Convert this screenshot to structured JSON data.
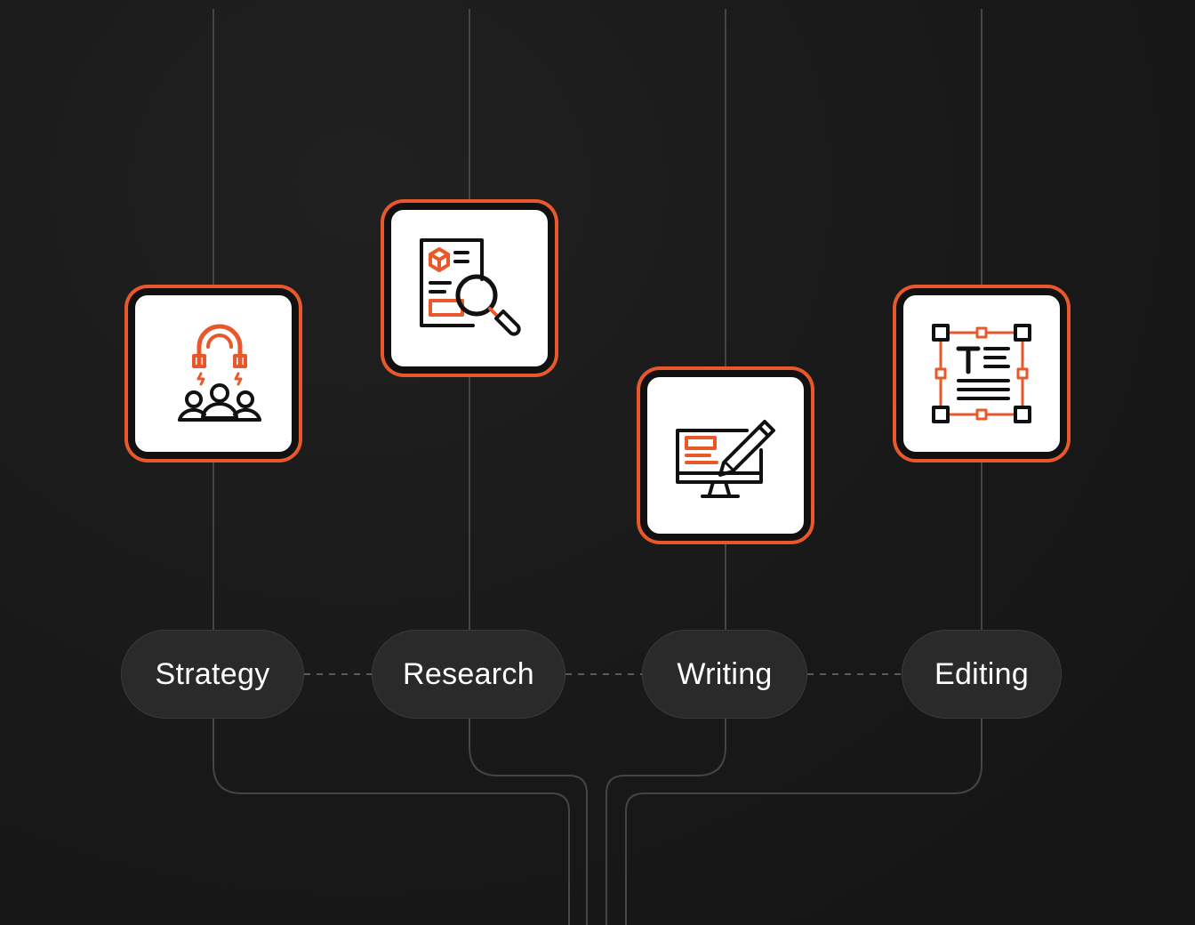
{
  "steps": [
    {
      "label": "Strategy",
      "icon": "magnet-audience-icon"
    },
    {
      "label": "Research",
      "icon": "document-search-icon"
    },
    {
      "label": "Writing",
      "icon": "monitor-pen-icon"
    },
    {
      "label": "Editing",
      "icon": "text-edit-frame-icon"
    }
  ],
  "colors": {
    "accent": "#e8582a",
    "background": "#181818",
    "pill": "#2a2a2a",
    "line": "#4a4a4a"
  }
}
